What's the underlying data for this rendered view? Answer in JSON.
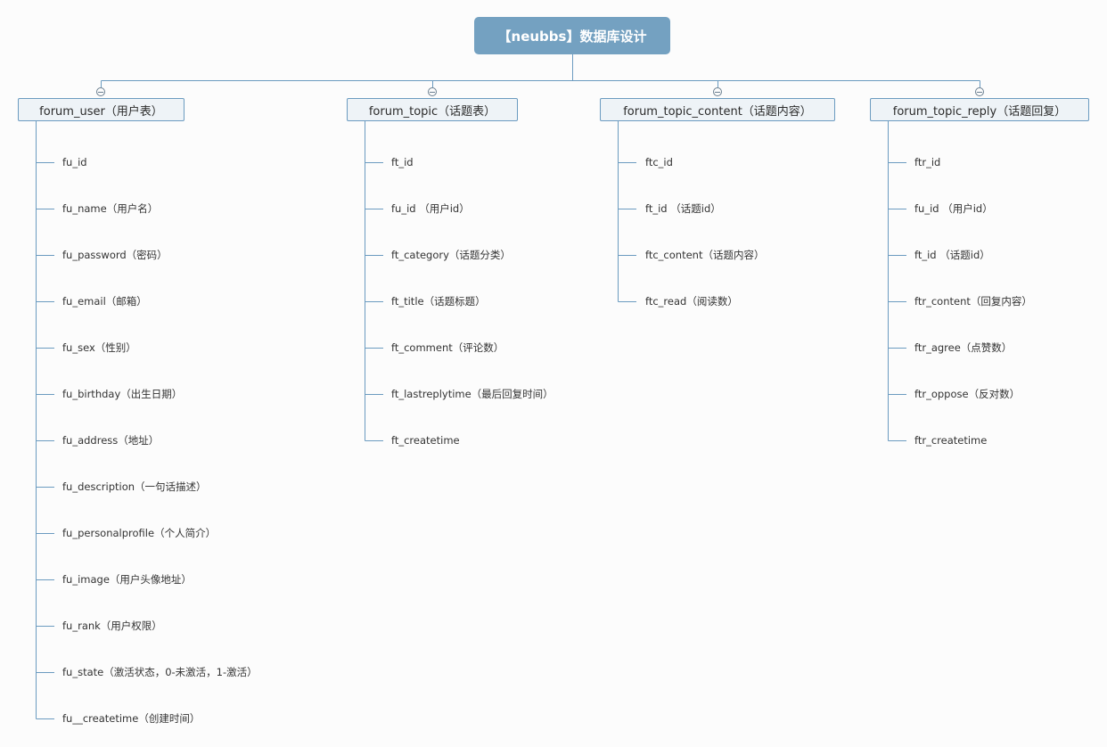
{
  "diagram": {
    "title": "【neubbs】数据库设计",
    "tables": [
      {
        "name": "forum_user（用户表）",
        "fields": [
          "fu_id",
          "fu_name（用户名）",
          "fu_password（密码）",
          "fu_email（邮箱）",
          "fu_sex（性别）",
          "fu_birthday（出生日期）",
          "fu_address（地址）",
          "fu_description（一句话描述）",
          "fu_personalprofile（个人简介）",
          "fu_image（用户头像地址）",
          "fu_rank（用户权限）",
          "fu_state（激活状态，0-未激活，1-激活）",
          "fu__createtime（创建时间）"
        ]
      },
      {
        "name": "forum_topic（话题表）",
        "fields": [
          "ft_id",
          "fu_id （用户id）",
          "ft_category（话题分类）",
          "ft_title（话题标题）",
          "ft_comment（评论数）",
          "ft_lastreplytime（最后回复时间）",
          "ft_createtime"
        ]
      },
      {
        "name": "forum_topic_content（话题内容）",
        "fields": [
          "ftc_id",
          "ft_id （话题id）",
          "ftc_content（话题内容）",
          "ftc_read（阅读数）"
        ]
      },
      {
        "name": "forum_topic_reply（话题回复）",
        "fields": [
          "ftr_id",
          "fu_id （用户id）",
          "ft_id （话题id）",
          "ftr_content（回复内容）",
          "ftr_agree（点赞数）",
          "ftr_oppose（反对数）",
          "ftr_createtime"
        ]
      }
    ]
  },
  "colors": {
    "root_fill": "#74a1c1",
    "node_fill": "#eef3f7",
    "node_border": "#6b9bc0",
    "line": "#6b9bc0"
  }
}
